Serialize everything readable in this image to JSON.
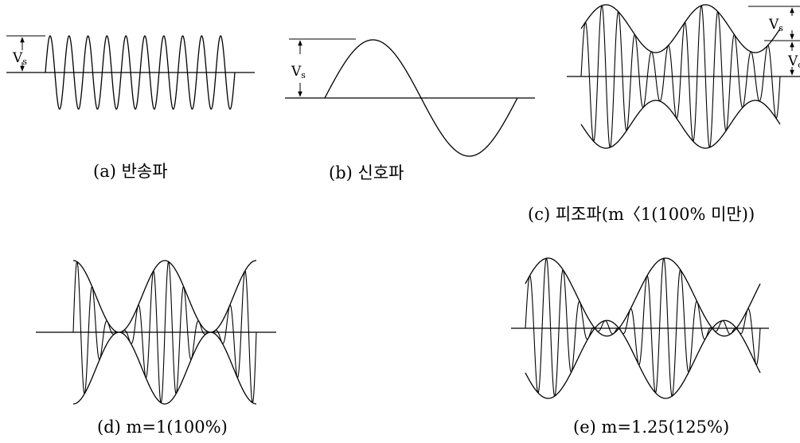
{
  "panels": {
    "a": {
      "caption": "(a) 반송파",
      "label_main": "V",
      "label_sub": "s"
    },
    "b": {
      "caption": "(b) 신호파",
      "label_main": "V",
      "label_sub": "s"
    },
    "c": {
      "caption": "(c) 피조파(m〈1(100% 미만))",
      "label1_main": "V",
      "label1_sub": "s",
      "label2_main": "V",
      "label2_sub": "c"
    },
    "d": {
      "caption": "(d) m=1(100%)"
    },
    "e": {
      "caption": "(e) m=1.25(125%)"
    }
  },
  "waves": {
    "a": {
      "carrier_cycles": 10
    },
    "c": {
      "carrier_cycles": 12,
      "envelope_cycles": 2,
      "modulation_index": 0.5
    },
    "d": {
      "carrier_cycles": 12,
      "envelope_cycles": 2,
      "modulation_index": 1.0
    },
    "e": {
      "carrier_cycles": 14,
      "envelope_cycles": 2,
      "modulation_index": 1.25
    }
  },
  "style": {
    "stroke": "#000000",
    "background": "#ffffff"
  }
}
